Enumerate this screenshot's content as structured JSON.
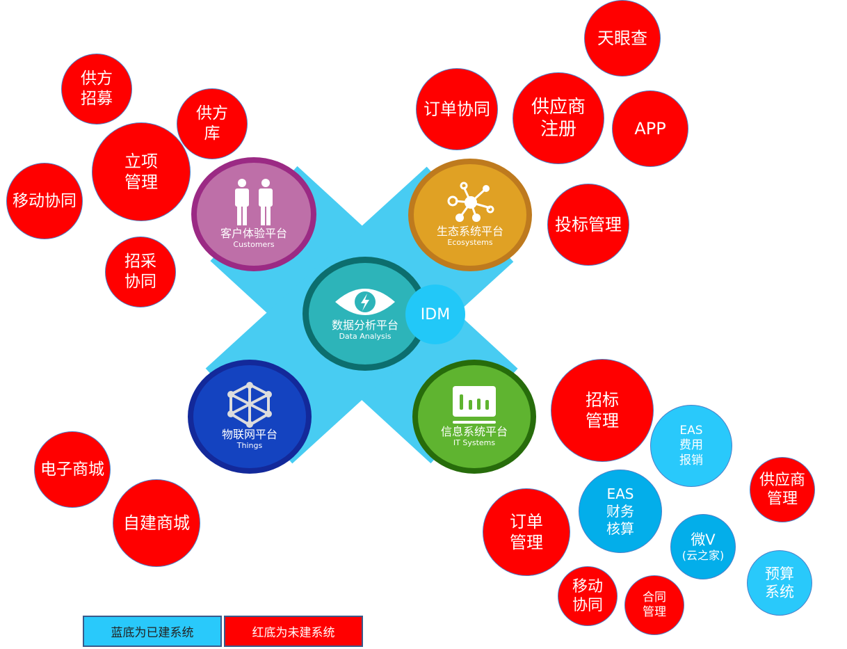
{
  "platforms": {
    "customers": {
      "zh": "客户体验平台",
      "en": "Customers"
    },
    "ecosystems": {
      "zh": "生态系统平台",
      "en": "Ecosystems"
    },
    "data_analysis": {
      "zh": "数据分析平台",
      "en": "Data Analysis"
    },
    "things": {
      "zh": "物联网平台",
      "en": "Things"
    },
    "it_systems": {
      "zh": "信息系统平台",
      "en": "IT Systems"
    },
    "idm": "IDM"
  },
  "bubbles": {
    "tianyancha": [
      "天眼查"
    ],
    "supplier_recruit": [
      "供方",
      "招募"
    ],
    "supplier_lib": [
      "供方",
      "库"
    ],
    "order_collab": [
      "订单协同"
    ],
    "supplier_register": [
      "供应商",
      "注册"
    ],
    "app": [
      "APP"
    ],
    "project_mgmt": [
      "立项",
      "管理"
    ],
    "mobile_collab_left": [
      "移动协同"
    ],
    "bid_mgmt": [
      "投标管理"
    ],
    "procure_collab": [
      "招采",
      "协同"
    ],
    "tender_mgmt": [
      "招标",
      "管理"
    ],
    "eas_expense": [
      "EAS",
      "费用",
      "报销"
    ],
    "supplier_mgmt": [
      "供应商",
      "管理"
    ],
    "e_mall": [
      "电子商城"
    ],
    "own_mall": [
      "自建商城"
    ],
    "eas_finance": [
      "EAS",
      "财务",
      "核算"
    ],
    "order_mgmt": [
      "订单",
      "管理"
    ],
    "weiv": [
      "微V",
      "(云之家)"
    ],
    "budget": [
      "预算",
      "系统"
    ],
    "mobile_collab_right": [
      "移动",
      "协同"
    ],
    "contract_mgmt": [
      "合同",
      "管理"
    ]
  },
  "legend": {
    "built": "蓝底为已建系统",
    "unbuilt": "红底为未建系统"
  },
  "colors": {
    "red": "#FF0000",
    "light_blue": "#29C9FB",
    "deep_blue": "#03AEEA",
    "x_band": "#48CCF2"
  }
}
